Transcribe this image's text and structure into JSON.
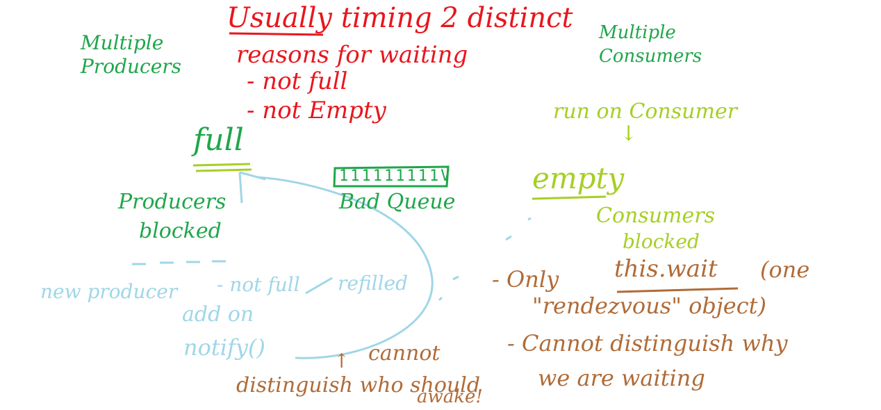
{
  "top_note": {
    "line1": "Usually timing 2 distinct",
    "line2": "reasons for waiting",
    "item1": "- not full",
    "item2": "- not Empty"
  },
  "producers_label": {
    "line1": "Multiple",
    "line2": "Producers"
  },
  "consumers_label": {
    "line1": "Multiple",
    "line2": "Consumers"
  },
  "full_label": "full",
  "producers_blocked": {
    "line1": "Producers",
    "line2": "blocked"
  },
  "queue": {
    "cells": "111111111V",
    "label": "Bad Queue"
  },
  "run_on_consumer": "run on Consumer",
  "arrow_down": "↓",
  "empty_label": "empty",
  "consumers_blocked": {
    "line1": "Consumers",
    "line2": "blocked"
  },
  "new_producer": {
    "label": "new producer",
    "not_full": "- not full",
    "refilled": "refilled",
    "add_on": "add on",
    "notify": "notify()"
  },
  "cannot_note": {
    "caret": "↑",
    "line1": "cannot",
    "line2": "distinguish who should",
    "line3": "awake!"
  },
  "right_note": {
    "line1a": "- Only",
    "line1b": "this.wait",
    "line1c": "(one",
    "line2": "\"rendezvous\" object)",
    "line3": "- Cannot distinguish why",
    "line4": "we are waiting"
  },
  "colors": {
    "red": "#e8161d",
    "dark_green": "#1fa64a",
    "lime": "#a6cf25",
    "light_blue": "#9fd6e8",
    "brown": "#b06b37"
  }
}
